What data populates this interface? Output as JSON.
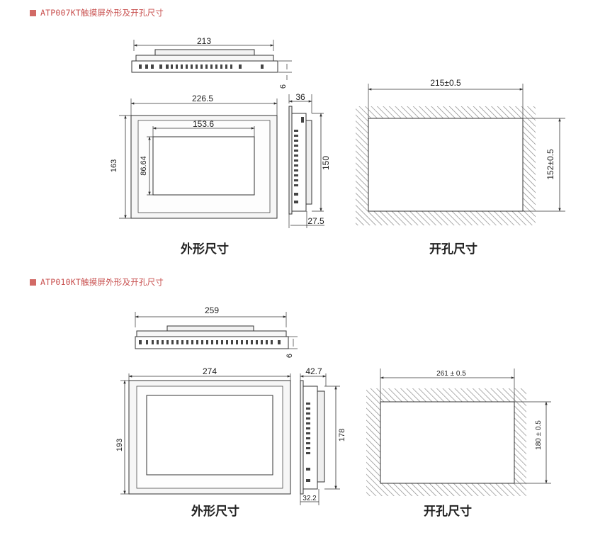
{
  "sections": [
    {
      "title": "ATP007KT触摸屏外形及开孔尺寸",
      "top_width": "213",
      "top_height": "6",
      "front_width": "226.5",
      "front_height": "163",
      "screen_width": "153.6",
      "screen_height": "86.64",
      "side_depth": "36",
      "side_height": "150",
      "side_bottom": "27.5",
      "cutout_width": "215±0.5",
      "cutout_height": "152±0.5",
      "caption_outline": "外形尺寸",
      "caption_cutout": "开孔尺寸"
    },
    {
      "title": "ATP010KT触摸屏外形及开孔尺寸",
      "top_width": "259",
      "top_height": "6",
      "front_width": "274",
      "front_height": "193",
      "side_depth": "42.7",
      "side_height": "178",
      "side_bottom": "32.2",
      "cutout_width": "261 ± 0.5",
      "cutout_height": "180 ± 0.5",
      "caption_outline": "外形尺寸",
      "caption_cutout": "开孔尺寸"
    }
  ],
  "colors": {
    "title": "#c8504f",
    "line": "#333333",
    "hatch": "#8a8a8a"
  }
}
